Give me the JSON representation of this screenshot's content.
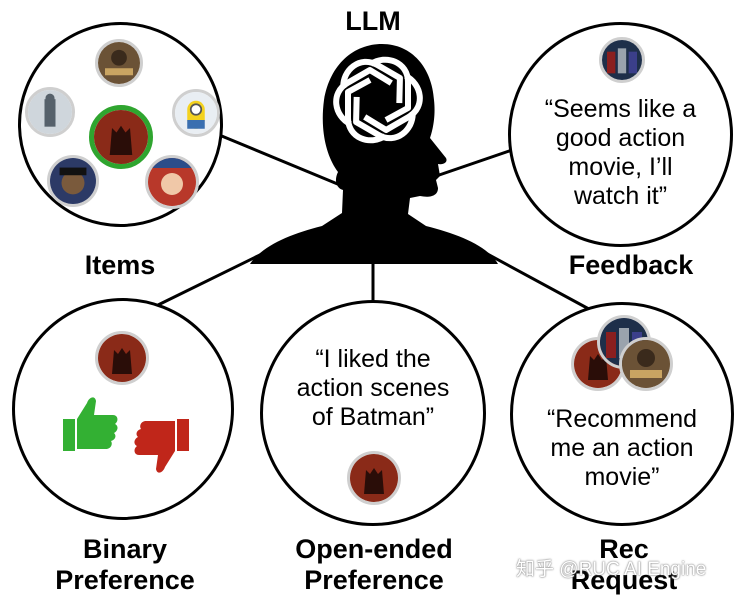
{
  "title": "LLM",
  "labels": {
    "items": "Items",
    "feedback": "Feedback",
    "binary_1": "Binary",
    "binary_2": "Preference",
    "open_1": "Open-ended",
    "open_2": "Preference",
    "rec_1": "Rec",
    "rec_2": "Request"
  },
  "quotes": {
    "feedback": [
      "“Seems like a",
      "good action",
      "movie, I’ll",
      "watch it”"
    ],
    "open_ended": [
      "“I liked the",
      "action scenes",
      "of Batman”"
    ],
    "rec_request": [
      "“Recommend",
      "me an action",
      "movie”"
    ]
  },
  "icons": {
    "brain": "openai-logo-icon",
    "thumbs_up": "thumbs-up-icon",
    "thumbs_down": "thumbs-down-icon"
  },
  "colors": {
    "thumbs_up": "#33b033",
    "thumbs_down": "#c0261a",
    "selected_ring": "#2fa52f"
  },
  "watermark": "知乎 @RUC AI Engine"
}
